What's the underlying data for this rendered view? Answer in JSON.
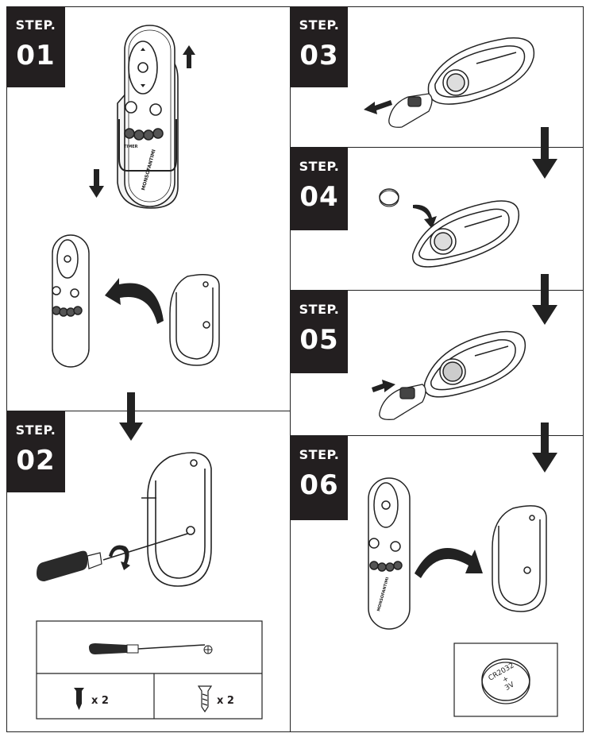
{
  "steps": [
    {
      "label": "STEP.",
      "number": "01"
    },
    {
      "label": "STEP.",
      "number": "02"
    },
    {
      "label": "STEP.",
      "number": "03"
    },
    {
      "label": "STEP.",
      "number": "04"
    },
    {
      "label": "STEP.",
      "number": "05"
    },
    {
      "label": "STEP.",
      "number": "06"
    }
  ],
  "remote_brand": "MONSOFANTIMI",
  "remote_timer": "TIMER",
  "parts": {
    "screw_qty": "x 2",
    "anchor_qty": "x 2"
  },
  "battery": {
    "model": "CR2032",
    "plus": "+",
    "voltage": "3V"
  },
  "icons": [
    "up-arrow-icon",
    "down-arrow-icon",
    "curved-arrow-icon",
    "screwdriver-icon",
    "screw-icon",
    "wall-anchor-icon",
    "battery-icon"
  ]
}
